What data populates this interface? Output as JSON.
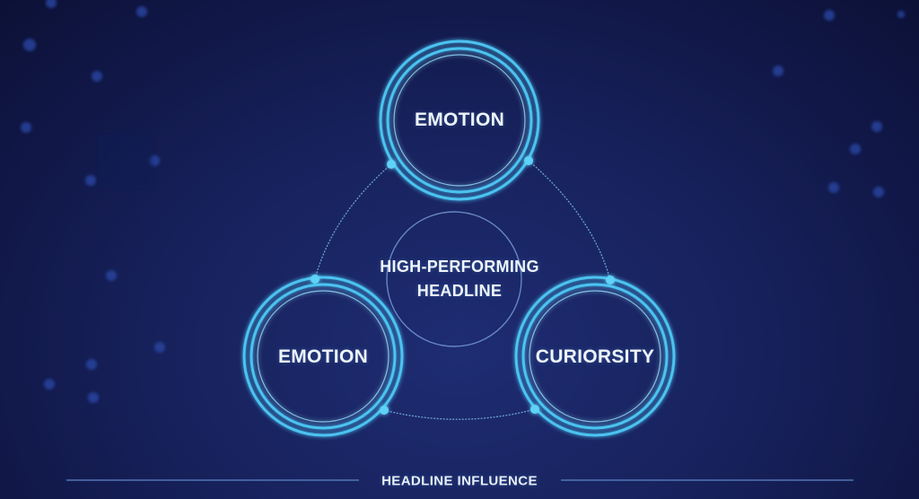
{
  "diagram": {
    "type": "venn-triangle",
    "center": {
      "label_line1": "HIGH-PERFORMING",
      "label_line2": "HEADLINE"
    },
    "nodes": [
      {
        "id": "top",
        "label": "EMOTION",
        "position": "top"
      },
      {
        "id": "left",
        "label": "EMOTION",
        "position": "bottom-left"
      },
      {
        "id": "right",
        "label": "CURIORSITY",
        "position": "bottom-right"
      }
    ],
    "connections": [
      {
        "from": "top",
        "to": "left",
        "style": "dotted-arc"
      },
      {
        "from": "top",
        "to": "right",
        "style": "dotted-arc"
      },
      {
        "from": "left",
        "to": "right",
        "style": "dotted-arc"
      }
    ],
    "footer": {
      "label": "HEADLINE INFLUENCE"
    }
  },
  "colors": {
    "background": "#18235f",
    "ring": "#4cc3f0",
    "ring_inner": "#8fd6f5",
    "node_dot": "#5fd2f7",
    "text": "#eef4fb",
    "footer_line": "#5a7fc0",
    "particles": "#2a4aa8"
  }
}
